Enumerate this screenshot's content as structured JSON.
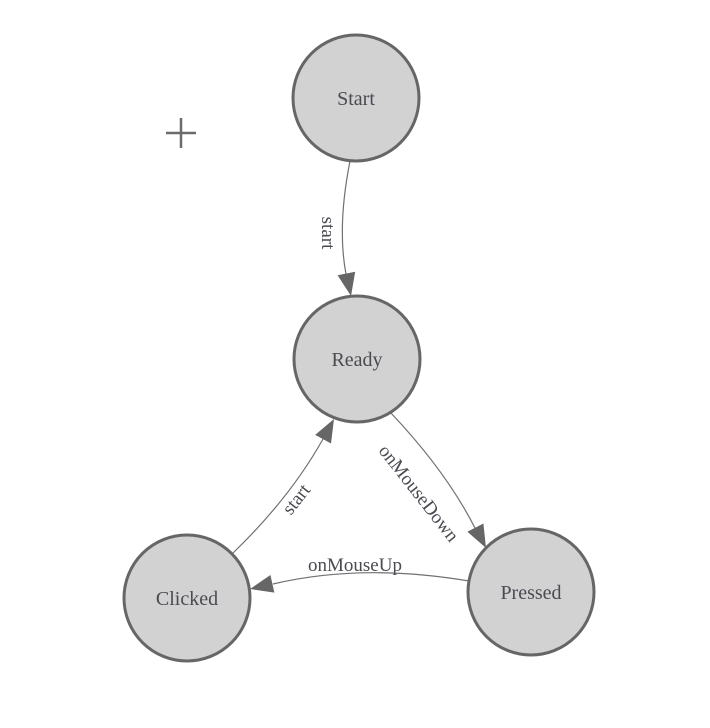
{
  "diagram": {
    "type": "finite-state-machine",
    "background_color": "#ffffff",
    "node_style": {
      "fill": "#d2d2d2",
      "stroke": "#666666",
      "label_color": "#4a4a52"
    },
    "edge_style": {
      "line_color": "#707070",
      "arrow_color": "#666666",
      "label_color": "#4a4a52"
    },
    "nodes": [
      {
        "id": "start",
        "label": "Start"
      },
      {
        "id": "ready",
        "label": "Ready"
      },
      {
        "id": "clicked",
        "label": "Clicked"
      },
      {
        "id": "pressed",
        "label": "Pressed"
      }
    ],
    "edges": [
      {
        "id": "start-to-ready",
        "from": "Start",
        "to": "Ready",
        "label": "start"
      },
      {
        "id": "ready-to-pressed",
        "from": "Ready",
        "to": "Pressed",
        "label": "onMouseDown"
      },
      {
        "id": "pressed-to-clicked",
        "from": "Pressed",
        "to": "Clicked",
        "label": "onMouseUp"
      },
      {
        "id": "clicked-to-ready",
        "from": "Clicked",
        "to": "Ready",
        "label": "start"
      }
    ],
    "icons": [
      {
        "name": "plus-crosshair-icon",
        "glyph": "+",
        "color": "#6b6b6b"
      }
    ]
  }
}
